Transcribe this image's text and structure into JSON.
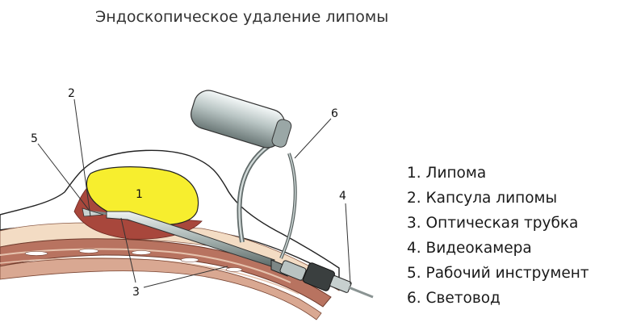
{
  "title": "Эндоскопическое удаление липомы",
  "callouts": [
    "1",
    "2",
    "3",
    "4",
    "5",
    "6"
  ],
  "legend": [
    "1. Липома",
    "2. Капсула липомы",
    "3. Оптическая трубка",
    "4. Видеокамера",
    "5. Рабочий инструмент",
    "6. Световод"
  ],
  "colors": {
    "lipoma": "#f7ee2e",
    "skin": "#f3dcc4",
    "muscle": "#b87360",
    "tissue": "#a8473c",
    "instrument": "#a9b7b5"
  }
}
